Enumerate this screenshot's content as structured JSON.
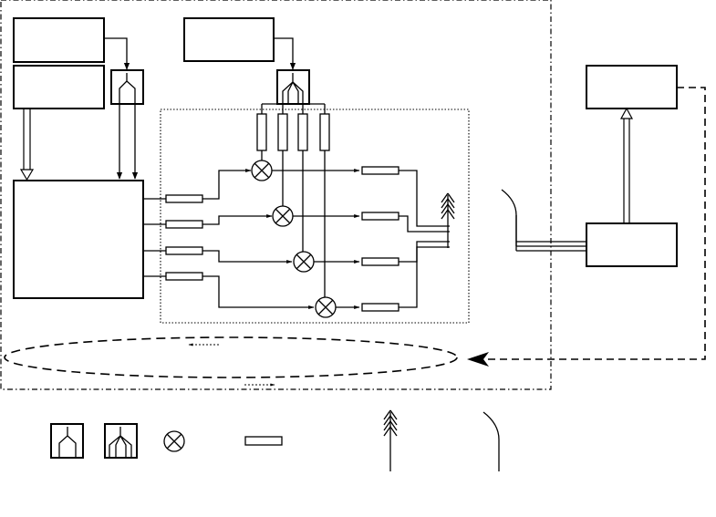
{
  "diagram": {
    "style": {
      "line_color": "#000000",
      "background": "#ffffff"
    },
    "blocks": [
      "top-left-block-1",
      "top-left-block-2",
      "top-center-block",
      "processor-block",
      "right-top-block",
      "right-bottom-block"
    ],
    "legend_symbols": [
      "splitter-2way-icon",
      "splitter-4way-icon",
      "mixer-icon",
      "resistor-icon",
      "antenna-icon",
      "reflector-icon"
    ]
  }
}
